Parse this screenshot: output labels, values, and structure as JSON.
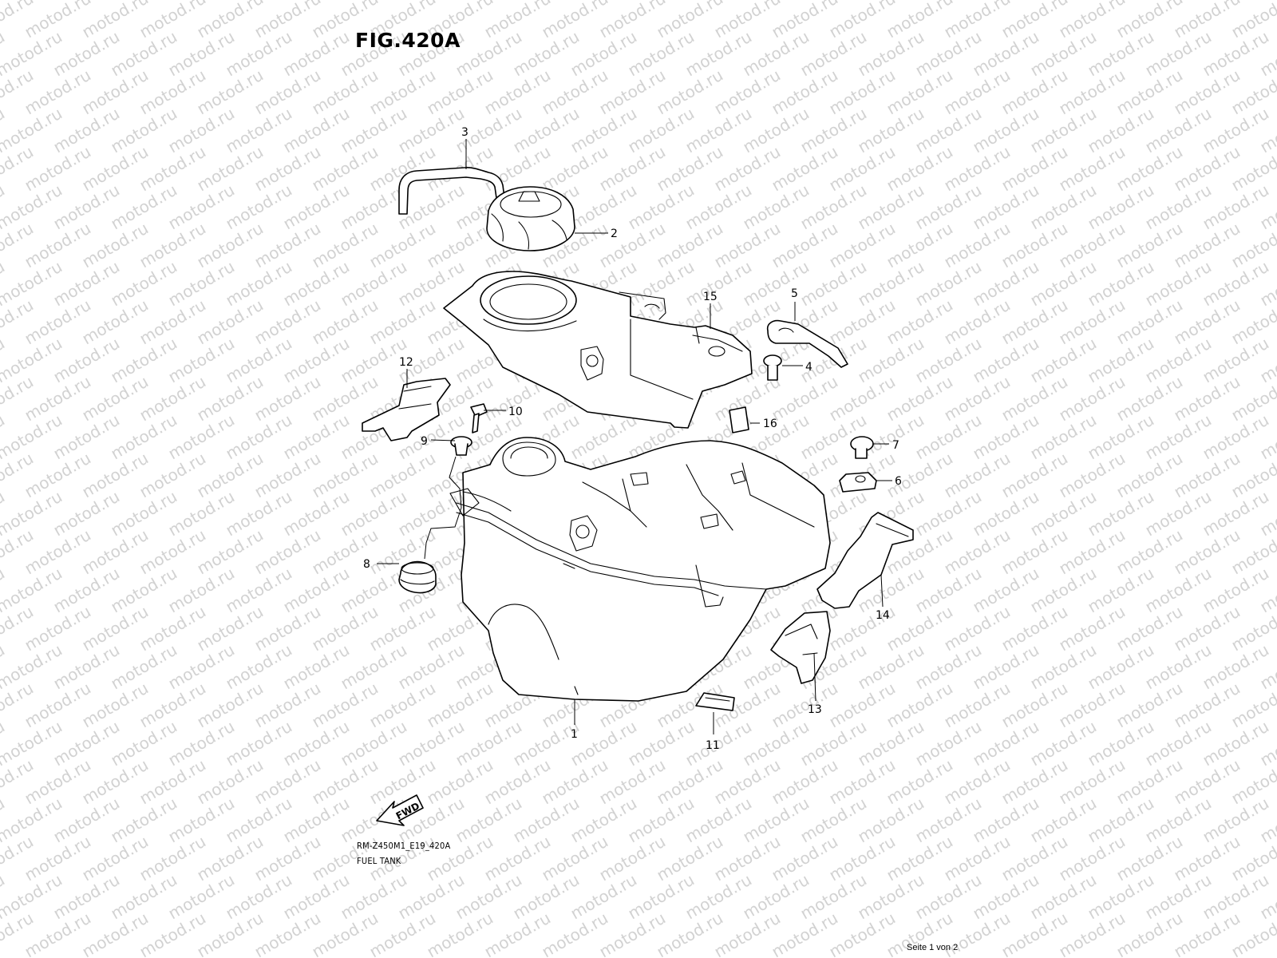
{
  "figure": {
    "title": "FIG.420A",
    "drawing_code": "RM-Z450M1_E19_420A",
    "part_group_name": "FUEL TANK",
    "page_indicator": "Seite 1 von 2"
  },
  "watermark_text": "motod.ru",
  "direction_arrow_label": "FWD",
  "callouts": [
    {
      "id": "callout-1",
      "number": "1",
      "part": "fuel-tank"
    },
    {
      "id": "callout-2",
      "number": "2",
      "part": "fuel-cap"
    },
    {
      "id": "callout-3",
      "number": "3",
      "part": "breather-hose"
    },
    {
      "id": "callout-4",
      "number": "4",
      "part": "bolt"
    },
    {
      "id": "callout-5",
      "number": "5",
      "part": "clamp"
    },
    {
      "id": "callout-6",
      "number": "6",
      "part": "bracket"
    },
    {
      "id": "callout-7",
      "number": "7",
      "part": "bolt"
    },
    {
      "id": "callout-8",
      "number": "8",
      "part": "cushion"
    },
    {
      "id": "callout-9",
      "number": "9",
      "part": "collar"
    },
    {
      "id": "callout-10",
      "number": "10",
      "part": "bolt"
    },
    {
      "id": "callout-11",
      "number": "11",
      "part": "pad"
    },
    {
      "id": "callout-12",
      "number": "12",
      "part": "left-bracket"
    },
    {
      "id": "callout-13",
      "number": "13",
      "part": "right-bracket"
    },
    {
      "id": "callout-14",
      "number": "14",
      "part": "heat-shield"
    },
    {
      "id": "callout-15",
      "number": "15",
      "part": "tank-cover"
    },
    {
      "id": "callout-16",
      "number": "16",
      "part": "cushion-pad"
    }
  ],
  "colors": {
    "line": "#000000",
    "background": "#ffffff",
    "watermark": "#d2d2d2"
  }
}
